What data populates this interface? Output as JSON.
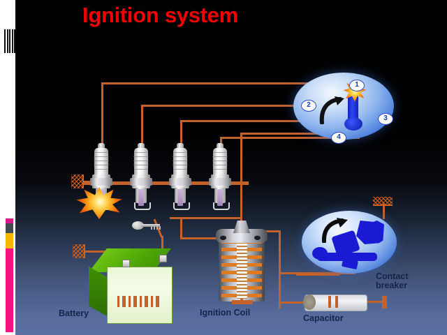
{
  "slide": {
    "title": "Ignition system",
    "title_color": "#f20000",
    "background": {
      "top_color": "#000000",
      "bottom_color": "#5c71a3"
    },
    "gutter": {
      "background_color": "#ffffff",
      "pink_color": "#f5137f",
      "yellow_color": "#f5b700"
    }
  },
  "diagram": {
    "wire_color": "#c4622a",
    "labels": [
      {
        "id": "battery",
        "text": "Battery"
      },
      {
        "id": "ignition-coil",
        "text": "Ignition Coil"
      },
      {
        "id": "capacitor",
        "text": "Capacitor"
      },
      {
        "id": "contact-breaker-1",
        "text": "Contact"
      },
      {
        "id": "contact-breaker-2",
        "text": "breaker"
      }
    ],
    "distributor": {
      "name": "distributor",
      "callouts": [
        {
          "num": "1"
        },
        {
          "num": "2"
        },
        {
          "num": "3"
        },
        {
          "num": "4"
        }
      ]
    },
    "spark_plugs": {
      "count": 4,
      "sparking_index": 1
    },
    "contact_breaker": {
      "name": "contact-breaker"
    },
    "capacitor": {
      "name": "capacitor"
    },
    "ignition_switch": {
      "name": "ignition-key-switch"
    }
  }
}
